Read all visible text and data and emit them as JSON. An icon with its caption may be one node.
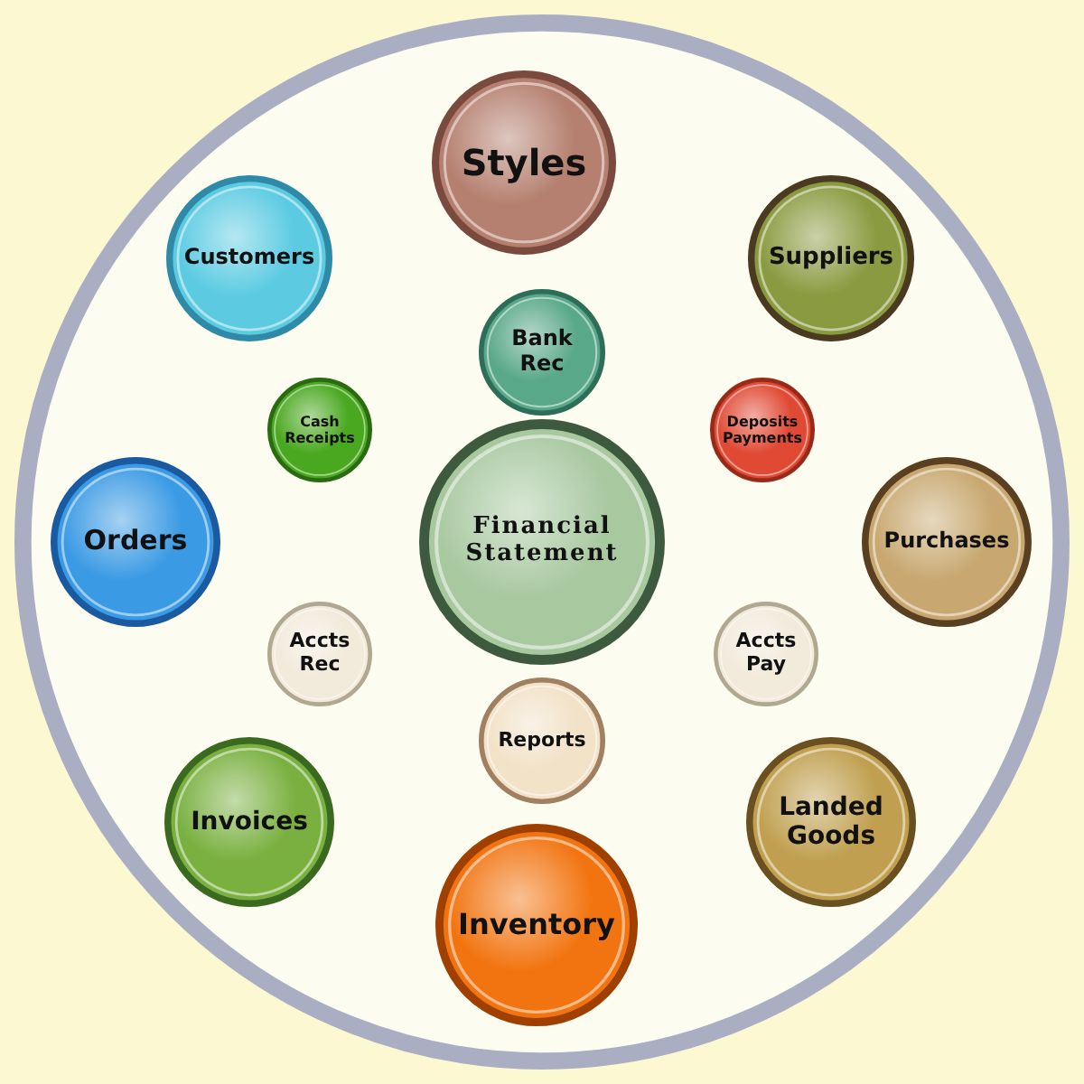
{
  "diagram": {
    "nodes": [
      {
        "text": [],
        "shape": "circle"
      },
      {
        "text": [
          "Styles"
        ],
        "in": 0
      },
      {
        "text": [
          "Customers"
        ],
        "in": 0
      },
      {
        "text": [
          "Suppliers"
        ],
        "in": 0
      },
      {
        "text": [
          "Bank Rec"
        ],
        "in": 0
      },
      {
        "text": [
          "Cash Receipts"
        ],
        "in": 0
      },
      {
        "text": [
          "Deposits Payments"
        ],
        "in": 0
      },
      {
        "text": [
          "Orders"
        ],
        "in": 0
      },
      {
        "text": [
          "Financial Statement"
        ],
        "in": 0
      },
      {
        "text": [
          "Purchases"
        ],
        "in": 0
      },
      {
        "text": [
          "Accts Rec"
        ],
        "in": 0
      },
      {
        "text": [
          "Accts Pay"
        ],
        "in": 0
      },
      {
        "text": [
          "Reports"
        ],
        "in": 0
      },
      {
        "text": [
          "Invoices"
        ],
        "in": 0
      },
      {
        "text": [
          "Landed Goods"
        ],
        "in": 0
      },
      {
        "text": [
          "Inventory"
        ],
        "in": 0
      }
    ],
    "edges": []
  }
}
